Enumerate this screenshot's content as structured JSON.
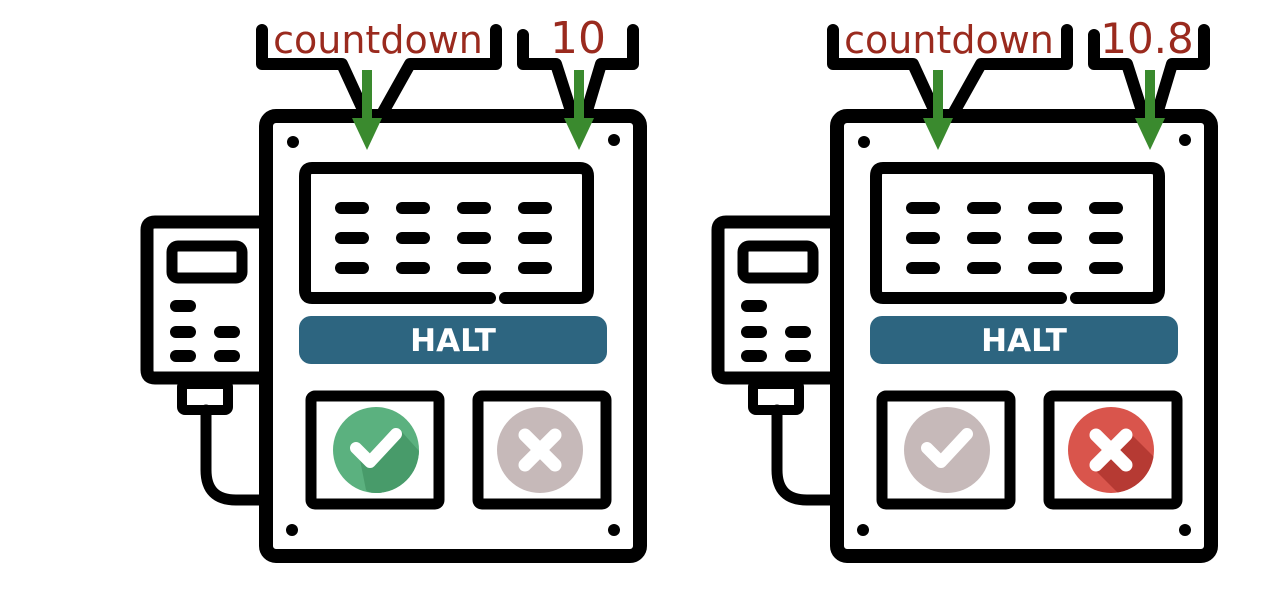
{
  "panels": [
    {
      "id": "left",
      "annotations": {
        "left_label": "countdown",
        "right_label": "10"
      },
      "halt_label": "HALT",
      "check_state": "active",
      "cross_state": "inactive"
    },
    {
      "id": "right",
      "annotations": {
        "left_label": "countdown",
        "right_label": "10.8"
      },
      "halt_label": "HALT",
      "check_state": "inactive",
      "cross_state": "active"
    }
  ],
  "icons": {
    "check": "check-circle-icon",
    "cross": "x-circle-icon",
    "arrow": "down-arrow-icon"
  },
  "colors": {
    "annotation_text": "#9a2a1e",
    "arrow": "#3a8a2e",
    "halt_bar": "#2d6580",
    "check_active": "#5bb17f",
    "check_active_shadow": "#489b6a",
    "cross_active": "#d9554c",
    "cross_active_shadow": "#b63a33",
    "inactive": "#c6b9b9",
    "outline": "#000000"
  }
}
